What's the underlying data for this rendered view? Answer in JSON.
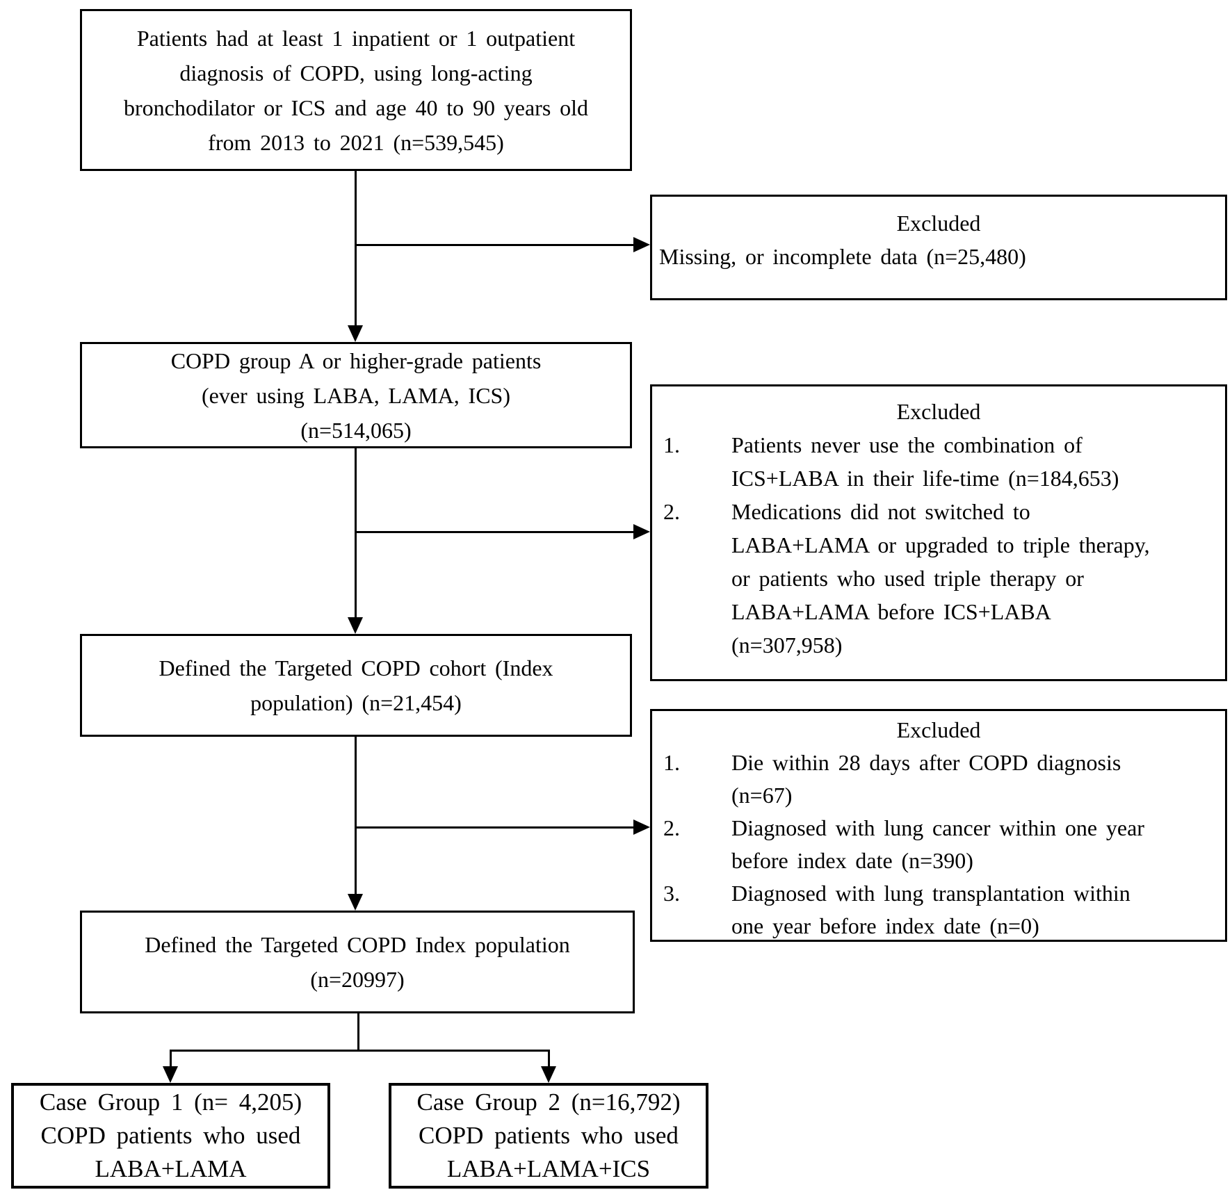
{
  "figure": {
    "kind": "patient-selection-flowchart",
    "colors": {
      "background": "#ffffff",
      "line": "#000000",
      "box_border": "#000000",
      "text": "#000000"
    },
    "main_boxes": [
      {
        "id": "initial-population",
        "lines": [
          "Patients had at least 1 inpatient or 1 outpatient",
          "diagnosis of COPD, using long-acting",
          "bronchodilator or ICS and age 40 to 90 years old",
          "from 2013 to 2021 (n=539,545)"
        ]
      },
      {
        "id": "copd-group-a",
        "lines": [
          "COPD group A or higher-grade patients",
          "(ever using LABA, LAMA, ICS)",
          "(n=514,065)"
        ]
      },
      {
        "id": "targeted-cohort",
        "lines": [
          "Defined the Targeted COPD cohort (Index",
          "population) (n=21,454)"
        ]
      },
      {
        "id": "index-population",
        "lines": [
          "Defined the Targeted COPD Index population",
          "(n=20997)"
        ]
      }
    ],
    "exclusion_boxes": [
      {
        "title": "Excluded",
        "items": [
          {
            "number": "",
            "lines": [
              "Missing, or incomplete data (n=25,480)"
            ]
          }
        ]
      },
      {
        "title": "Excluded",
        "items": [
          {
            "number": "1.",
            "lines": [
              "Patients never use the combination of",
              "ICS+LABA in their life-time (n=184,653)"
            ]
          },
          {
            "number": "2.",
            "lines": [
              "Medications did not switched to",
              "LABA+LAMA or upgraded to triple therapy,",
              "or patients who used triple therapy or",
              "LABA+LAMA before ICS+LABA",
              "(n=307,958)"
            ]
          }
        ]
      },
      {
        "title": "Excluded",
        "items": [
          {
            "number": "1.",
            "lines": [
              "Die within 28 days after COPD diagnosis",
              "(n=67)"
            ]
          },
          {
            "number": "2.",
            "lines": [
              "Diagnosed with lung cancer within one year",
              "before index date (n=390)"
            ]
          },
          {
            "number": "3.",
            "lines": [
              "Diagnosed with lung transplantation within",
              "one year before index date (n=0)"
            ]
          }
        ]
      }
    ],
    "case_boxes": [
      {
        "id": "case-group-1",
        "lines": [
          "Case Group 1 (n= 4,205)",
          "COPD patients who used",
          "LABA+LAMA"
        ]
      },
      {
        "id": "case-group-2",
        "lines": [
          "Case Group 2 (n=16,792)",
          "COPD patients who used",
          "LABA+LAMA+ICS"
        ]
      }
    ]
  }
}
